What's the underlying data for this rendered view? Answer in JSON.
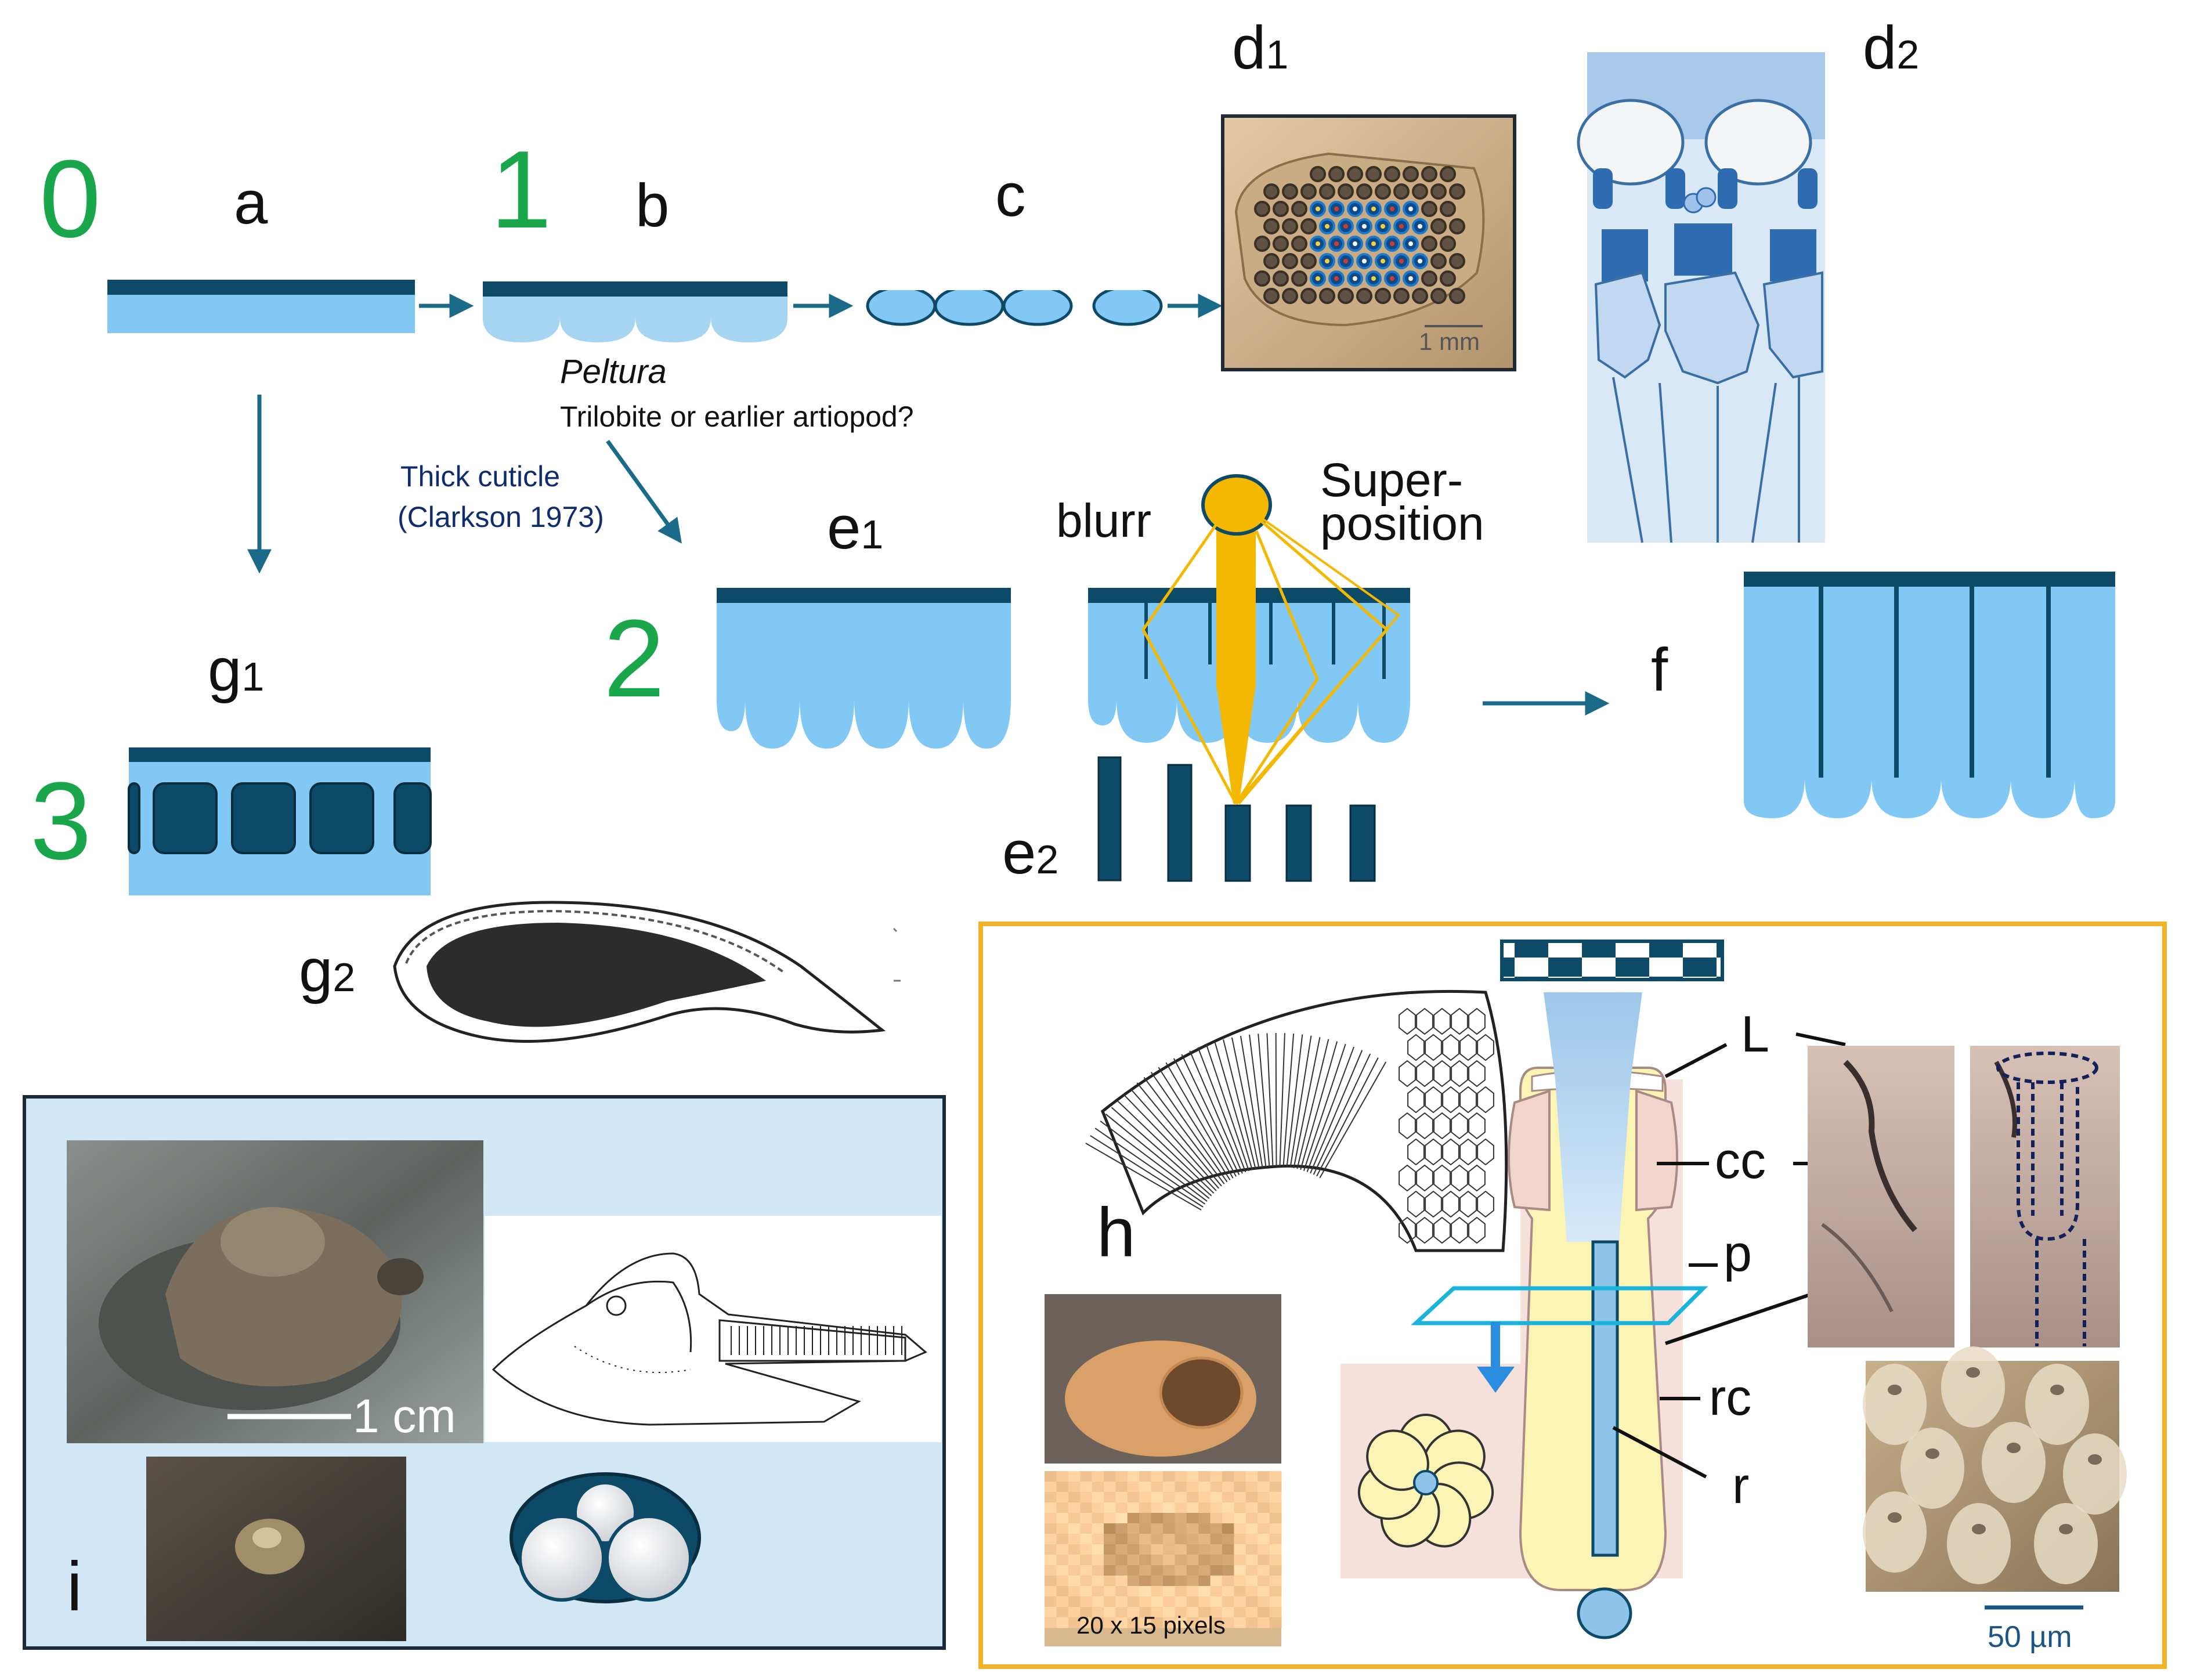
{
  "stage_numbers": {
    "s0": "0",
    "s1": "1",
    "s2": "2",
    "s3": "3"
  },
  "panel_letters": {
    "a": "a",
    "b": "b",
    "c": "c",
    "d1": "d",
    "d1_sub": "1",
    "d2": "d",
    "d2_sub": "2",
    "e1": "e",
    "e1_sub": "1",
    "e2": "e",
    "e2_sub": "2",
    "f": "f",
    "g1": "g",
    "g1_sub": "1",
    "g2": "g",
    "g2_sub": "2",
    "h": "h",
    "i": "i"
  },
  "captions": {
    "peltura": "Peltura",
    "trilobite_question": "Trilobite or earlier artiopod?",
    "thick_cuticle_1": "Thick cuticle",
    "thick_cuticle_2": "(Clarkson 1973)",
    "blurr": "blurr",
    "superposition_1": "Super-",
    "superposition_2": "position"
  },
  "scale_bars": {
    "d1": "1 mm",
    "i": "1 cm",
    "h": "50 µm"
  },
  "pixel_label": "20 x 15 pixels",
  "ommatidium_labels": {
    "L": "L",
    "cc": "cc",
    "p": "p",
    "rc": "rc",
    "r": "r"
  },
  "colors": {
    "stage_green": "#1aa64a",
    "cuticle_dark": "#0d4a68",
    "lens_light": "#82c8f5",
    "lens_pale": "#a6d5f2",
    "arrow_teal": "#1a6a8a",
    "light_ray": "#f5b800",
    "frame_yellow": "#f0b428",
    "panel_i_bg": "#d2e7f5",
    "navy_text": "#0f2d6e",
    "crystalline_cone": "#f1d4cb",
    "rhabdom_blue": "#8ec4ea",
    "retinula_yellow": "#fbf4b5"
  }
}
